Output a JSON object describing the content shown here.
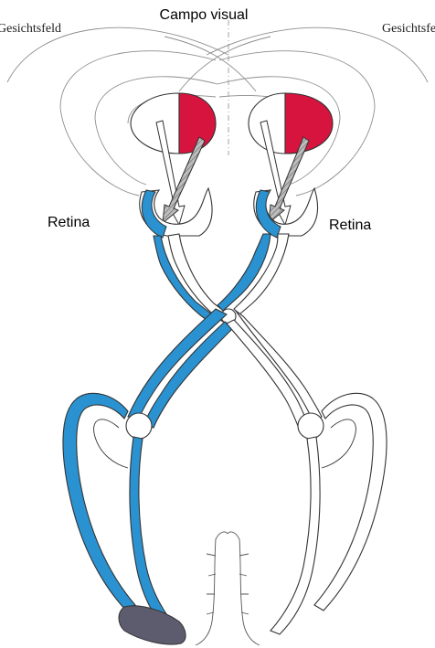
{
  "title": "Campo visual",
  "field_label_left": "Gesichtsfeld",
  "field_label_right": "Gesichtsfeld",
  "retina_left": "Retina",
  "retina_right": "Retina",
  "colors": {
    "visual_field_half": "#d6143e",
    "pathway_highlight": "#2a92d0",
    "cortex_shading": "#5c5c6e",
    "outline": "#333333",
    "arrow_gray": "#8a8a8a"
  }
}
